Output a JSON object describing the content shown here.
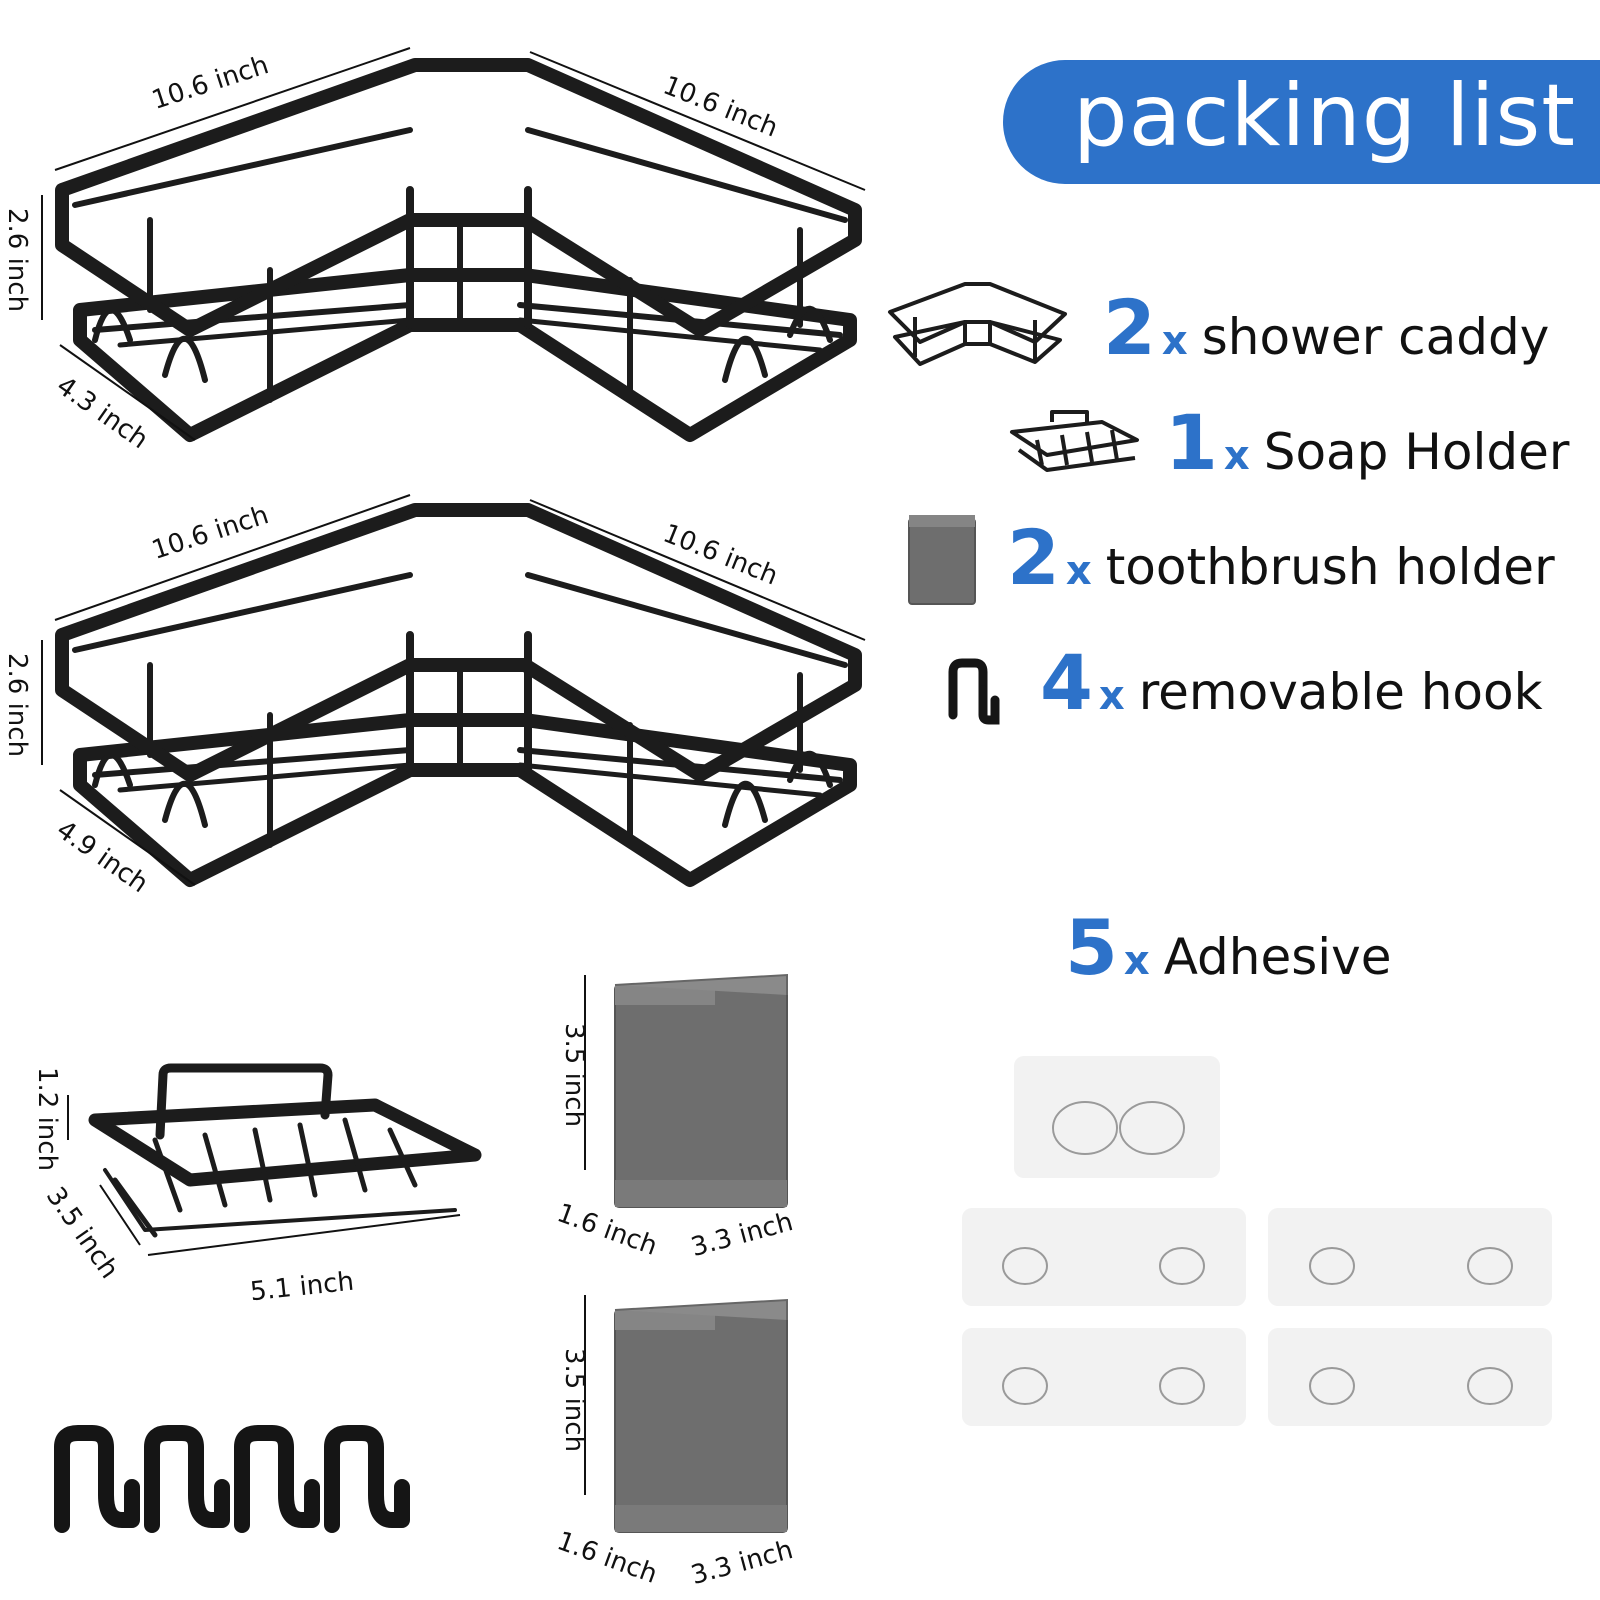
{
  "banner": {
    "title": "packing list"
  },
  "packing_list": [
    {
      "count": "2",
      "x": "x",
      "label": "shower caddy",
      "icon": "shower-caddy-icon"
    },
    {
      "count": "1",
      "x": "x",
      "label": "Soap Holder",
      "icon": "soap-holder-icon"
    },
    {
      "count": "2",
      "x": "x",
      "label": "toothbrush holder",
      "icon": "toothbrush-holder-icon"
    },
    {
      "count": "4",
      "x": "x",
      "label": "removable hook",
      "icon": "hook-icon"
    }
  ],
  "adhesive": {
    "count": "5",
    "x": "x",
    "label": "Adhesive",
    "icon": "adhesive-pad-icon"
  },
  "caddy_top": {
    "top_left": "10.6 inch",
    "top_right": "10.6 inch",
    "height": "2.6 inch",
    "depth": "4.3 inch"
  },
  "caddy_bottom": {
    "top_left": "10.6 inch",
    "top_right": "10.6 inch",
    "height": "2.6 inch",
    "depth": "4.9 inch"
  },
  "soap_holder": {
    "height": "1.2 inch",
    "depth": "3.5 inch",
    "width": "5.1 inch"
  },
  "toothbrush_top": {
    "height": "3.5 inch",
    "depth": "1.6 inch",
    "width": "3.3 inch"
  },
  "toothbrush_bottom": {
    "height": "3.5 inch",
    "depth": "1.6 inch",
    "width": "3.3 inch"
  },
  "colors": {
    "accent": "#2d72c9",
    "metal": "#1c1c1c",
    "cup": "#6e6e6e"
  }
}
